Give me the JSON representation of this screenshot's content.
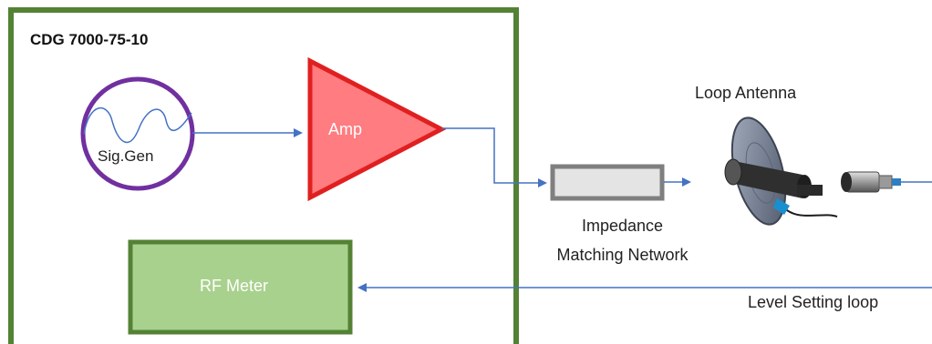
{
  "system": {
    "title": "CDG 7000-75-10"
  },
  "blocks": {
    "signal_generator": "Sig.Gen",
    "amplifier": "Amp",
    "rf_meter": "RF Meter"
  },
  "antenna": {
    "title": "Loop Antenna"
  },
  "matching_network": {
    "line1": "Impedance",
    "line2": "Matching Network"
  },
  "feedback": {
    "label": "Level Setting loop"
  },
  "colors": {
    "system_border": "#548235",
    "signal_generator_ring": "#7030a0",
    "amplifier_fill": "#ff7c80",
    "amplifier_stroke": "#e02020",
    "rf_meter_fill": "#a9d18e",
    "rf_meter_stroke": "#548235",
    "signal_line": "#4472c4",
    "network_fill": "#e4e4e4",
    "network_stroke": "#7f7f7f"
  },
  "icons": [
    "sine-wave-icon",
    "amplifier-triangle-icon",
    "loop-antenna-image"
  ]
}
